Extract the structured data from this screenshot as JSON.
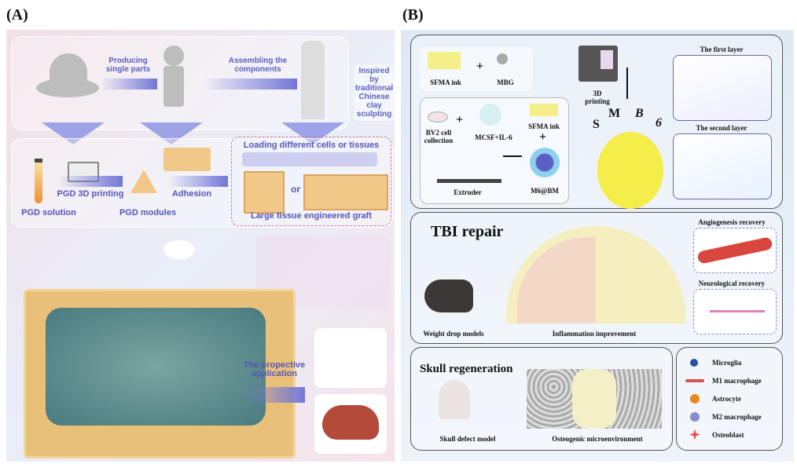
{
  "panel_a": {
    "label": "(A)",
    "producing": "Producing single parts",
    "assembling": "Assembling the components",
    "inspired": "Inspired by traditional Chinese clay sculpting",
    "pgd_solution": "PGD solution",
    "pgd_printing": "PGD 3D printing",
    "pgd_modules": "PGD modules",
    "adhesion": "Adhesion",
    "loading": "Loading different cells or tissues",
    "or": "or",
    "graft": "Large tissue engineered graft",
    "application": "The propective application"
  },
  "panel_b": {
    "label": "(B)",
    "sfma_ink": "SFMA ink",
    "mbg": "MBG",
    "plus": "+",
    "printing": "3D printing",
    "letters": [
      "S",
      "M",
      "B",
      "6"
    ],
    "bv2": "BV2 cell collection",
    "mcsf": "MCSF+IL-6",
    "sfma_ink2": "SFMA ink",
    "extruder": "Extruder",
    "m6bm": "M6@BM",
    "first_layer": "The first layer",
    "second_layer": "The second layer",
    "tbi": "TBI repair",
    "weight_drop": "Weight drop models",
    "inflammation": "Inflammation improvement",
    "angiogenesis": "Angiogenesis recovery",
    "neurological": "Neurological recovery",
    "skull": "Skull regeneration",
    "skull_defect": "Skull defect model",
    "osteogenic": "Osteogenic microenvironment",
    "legend": [
      {
        "label": "Microglia",
        "color": "#2a4fa8"
      },
      {
        "label": "M1 macrophage",
        "color": "#d9505a"
      },
      {
        "label": "Astrocyte",
        "color": "#e98a1f"
      },
      {
        "label": "M2 macrophage",
        "color": "#8c8cc8"
      },
      {
        "label": "Osteoblast",
        "color": "#e8504a"
      }
    ]
  }
}
